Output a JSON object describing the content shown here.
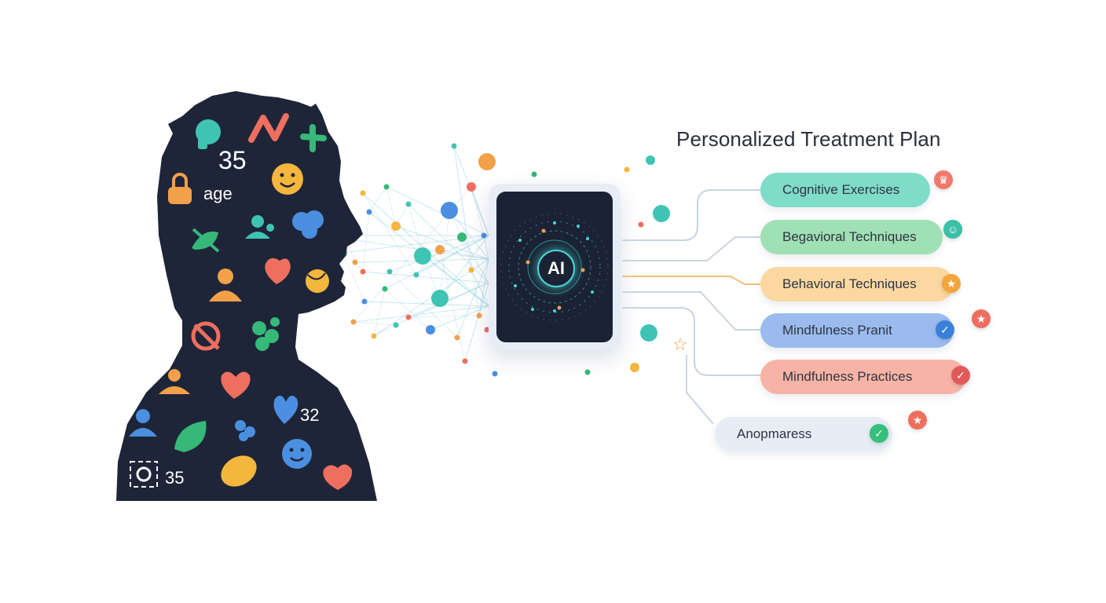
{
  "title": "Personalized Treatment Plan",
  "ai_label": "AI",
  "head_labels": {
    "age_value": "35",
    "age_word": "age",
    "badge_value": "32",
    "bottom_value": "35"
  },
  "plan_items": [
    {
      "label": "Cognitive Exercises",
      "color": "#7fdcc9",
      "icon": "crown-icon",
      "icon_color": "#ef7a6c"
    },
    {
      "label": "Begavioral Techniques",
      "color": "#9fe0b4",
      "icon": "person-icon",
      "icon_color": "#3bbfa6"
    },
    {
      "label": "Behavioral Techniques",
      "color": "#fbd8a0",
      "icon": "star-icon",
      "icon_color": "#f2a53a"
    },
    {
      "label": "Mindfulness Pranit",
      "color": "#9bbbef",
      "icon": "check-icon",
      "icon_color": "#3a7fd8"
    },
    {
      "label": "Mindfulness Practices",
      "color": "#f7b4a6",
      "icon": "check-icon",
      "icon_color": "#e05a5a"
    },
    {
      "label": "Anopmaress",
      "color": "#e6edf7",
      "icon": "check-icon",
      "icon_color": "#33c07b"
    }
  ],
  "colors": {
    "silhouette": "#1f2538",
    "teal": "#3fc4b4",
    "orange": "#f2a04a",
    "coral": "#ee6f5f",
    "blue": "#4b8fe0",
    "green": "#36b879",
    "yellow": "#f4b63c"
  }
}
